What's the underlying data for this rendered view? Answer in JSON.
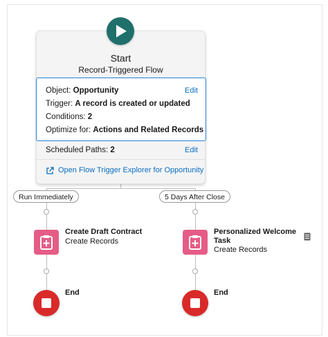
{
  "start": {
    "title": "Start",
    "subtitle": "Record-Triggered Flow",
    "details": {
      "object_label": "Object:",
      "object_value": "Opportunity",
      "trigger_label": "Trigger:",
      "trigger_value": "A record is created or updated",
      "conditions_label": "Conditions:",
      "conditions_value": "2",
      "optimize_label": "Optimize for:",
      "optimize_value": "Actions and Related Records",
      "edit_label": "Edit"
    },
    "scheduled_label": "Scheduled Paths:",
    "scheduled_value": "2",
    "scheduled_edit": "Edit",
    "explorer_link": "Open Flow Trigger Explorer for Opportunity"
  },
  "paths": [
    {
      "label": "Run Immediately",
      "action_title": "Create Draft Contract",
      "action_type": "Create Records",
      "end_label": "End"
    },
    {
      "label": "5 Days After Close",
      "action_title_line1": "Personalized Welcome",
      "action_title_line2": "Task",
      "action_type": "Create Records",
      "end_label": "End"
    }
  ],
  "icons": {
    "start": "play-icon",
    "action": "clipboard-plus-icon",
    "end": "stop-icon",
    "external": "external-link-icon",
    "note": "note-icon"
  },
  "colors": {
    "start_circle": "#1f6f6b",
    "action_icon": "#e55d87",
    "end_circle": "#d92a2a",
    "selection_border": "#2a80d8",
    "link": "#0b6ec0"
  }
}
